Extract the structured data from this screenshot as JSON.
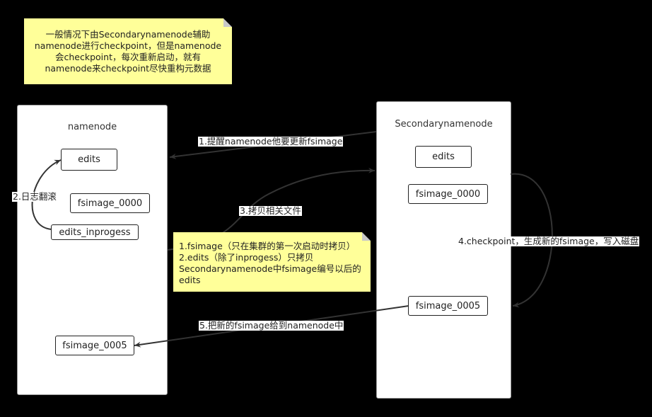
{
  "note_top": {
    "lines": [
      "一般情况下由Secondarynamenode辅助",
      "namenode进行checkpoint，但是namenode",
      "会checkpoint，每次重新启动，就有",
      "namenode来checkpoint尽快重构元数据"
    ]
  },
  "namenode": {
    "title": "namenode",
    "edits": "edits",
    "fsimage_0000": "fsimage_0000",
    "edits_inprogess": "edits_inprogess",
    "fsimage_0005": "fsimage_0005"
  },
  "secondary": {
    "title": "Secondarynamenode",
    "edits": "edits",
    "fsimage_0000": "fsimage_0000",
    "fsimage_0005": "fsimage_0005"
  },
  "labels": {
    "step1": "1.提醒namenode他要更新fsimage",
    "step2": "2.日志翻滚",
    "step3": "3.拷贝相关文件",
    "step4": "4.checkpoint，生成新的fsimage，写入磁盘",
    "step5": "5.把新的fsimage给到namenode中"
  },
  "note_copy": {
    "lines": [
      "1.fsimage（只在集群的第一次启动时拷贝）",
      "2.edits（除了inprogess）只拷贝",
      "Secondarynamenode中fsimage编号以后的",
      "edits"
    ]
  },
  "colors": {
    "background": "#000000",
    "note": "#ffff99",
    "arrow": "#333333"
  }
}
